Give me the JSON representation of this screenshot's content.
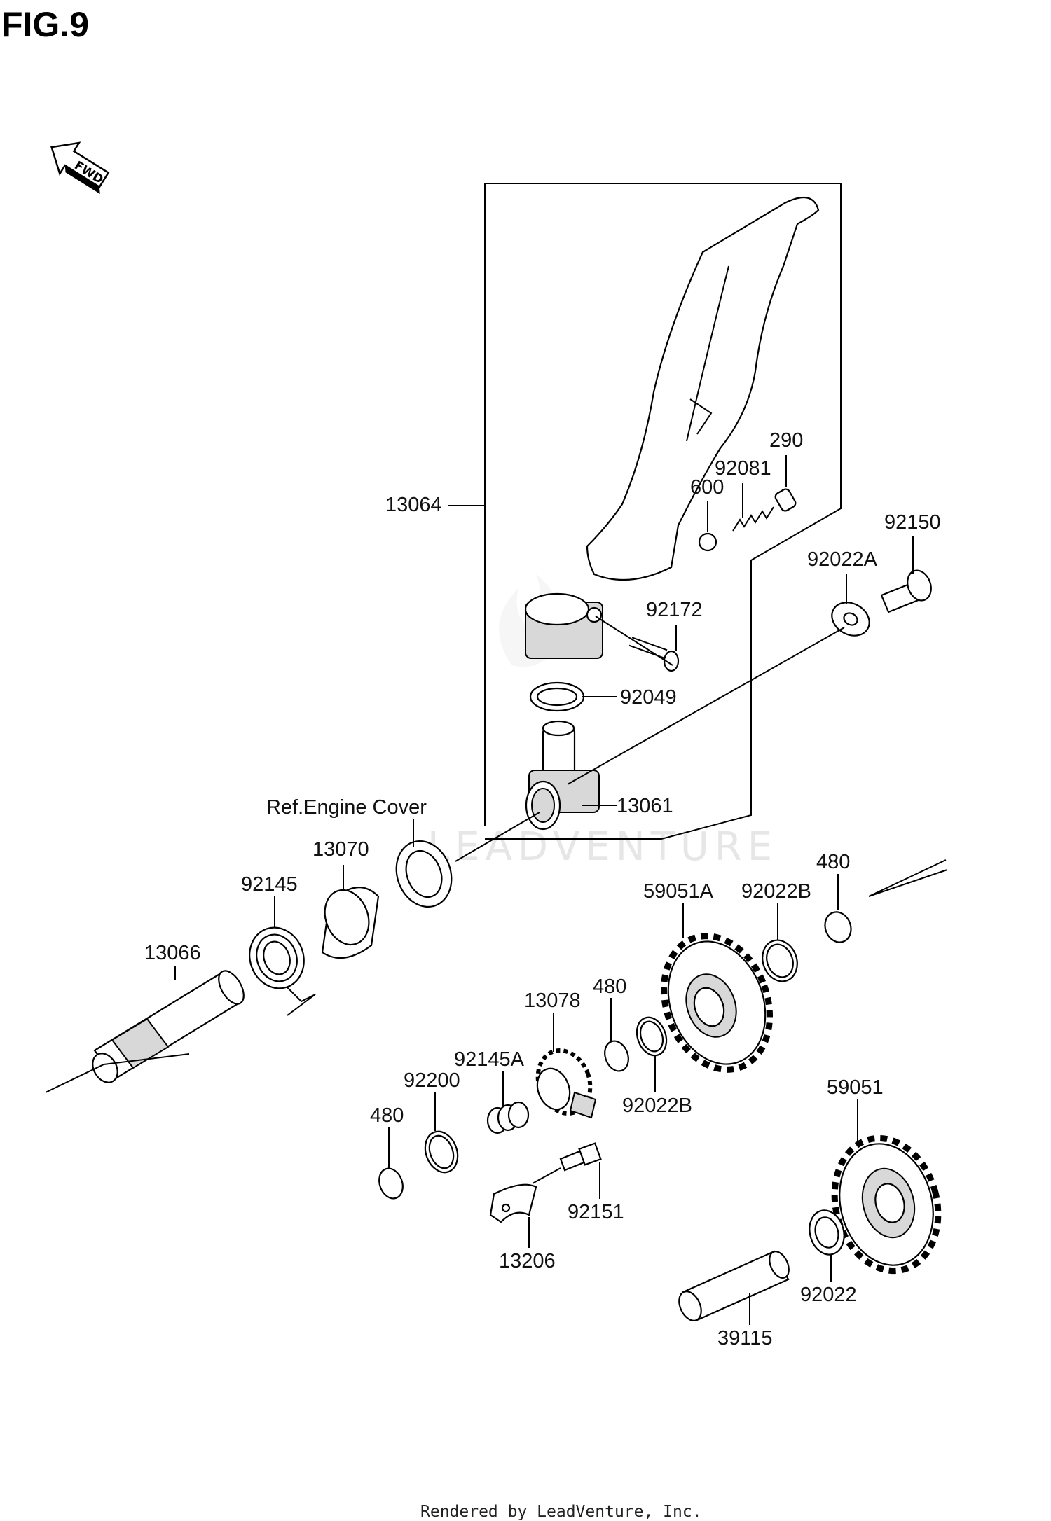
{
  "figure": {
    "title": "FIG.9"
  },
  "fwd_arrow": {
    "text": "FWD",
    "icon": "fwd-arrow-icon"
  },
  "reference": {
    "engine_cover": "Ref.Engine Cover"
  },
  "watermark": {
    "text": "LEADVENTURE"
  },
  "footer": {
    "credit": "Rendered by LeadVenture, Inc."
  },
  "parts": {
    "p13064": "13064",
    "p290": "290",
    "p92081": "92081",
    "p600": "600",
    "p92150": "92150",
    "p92022A": "92022A",
    "p92172": "92172",
    "p92049": "92049",
    "p13061": "13061",
    "p13070": "13070",
    "p92145": "92145",
    "p13066": "13066",
    "p59051A": "59051A",
    "p92022B_top": "92022B",
    "p480_top": "480",
    "p13078": "13078",
    "p480_mid": "480",
    "p92145A": "92145A",
    "p92022B_mid": "92022B",
    "p92200": "92200",
    "p480_left": "480",
    "p59051": "59051",
    "p92151": "92151",
    "p13206": "13206",
    "p92022": "92022",
    "p39115": "39115"
  }
}
